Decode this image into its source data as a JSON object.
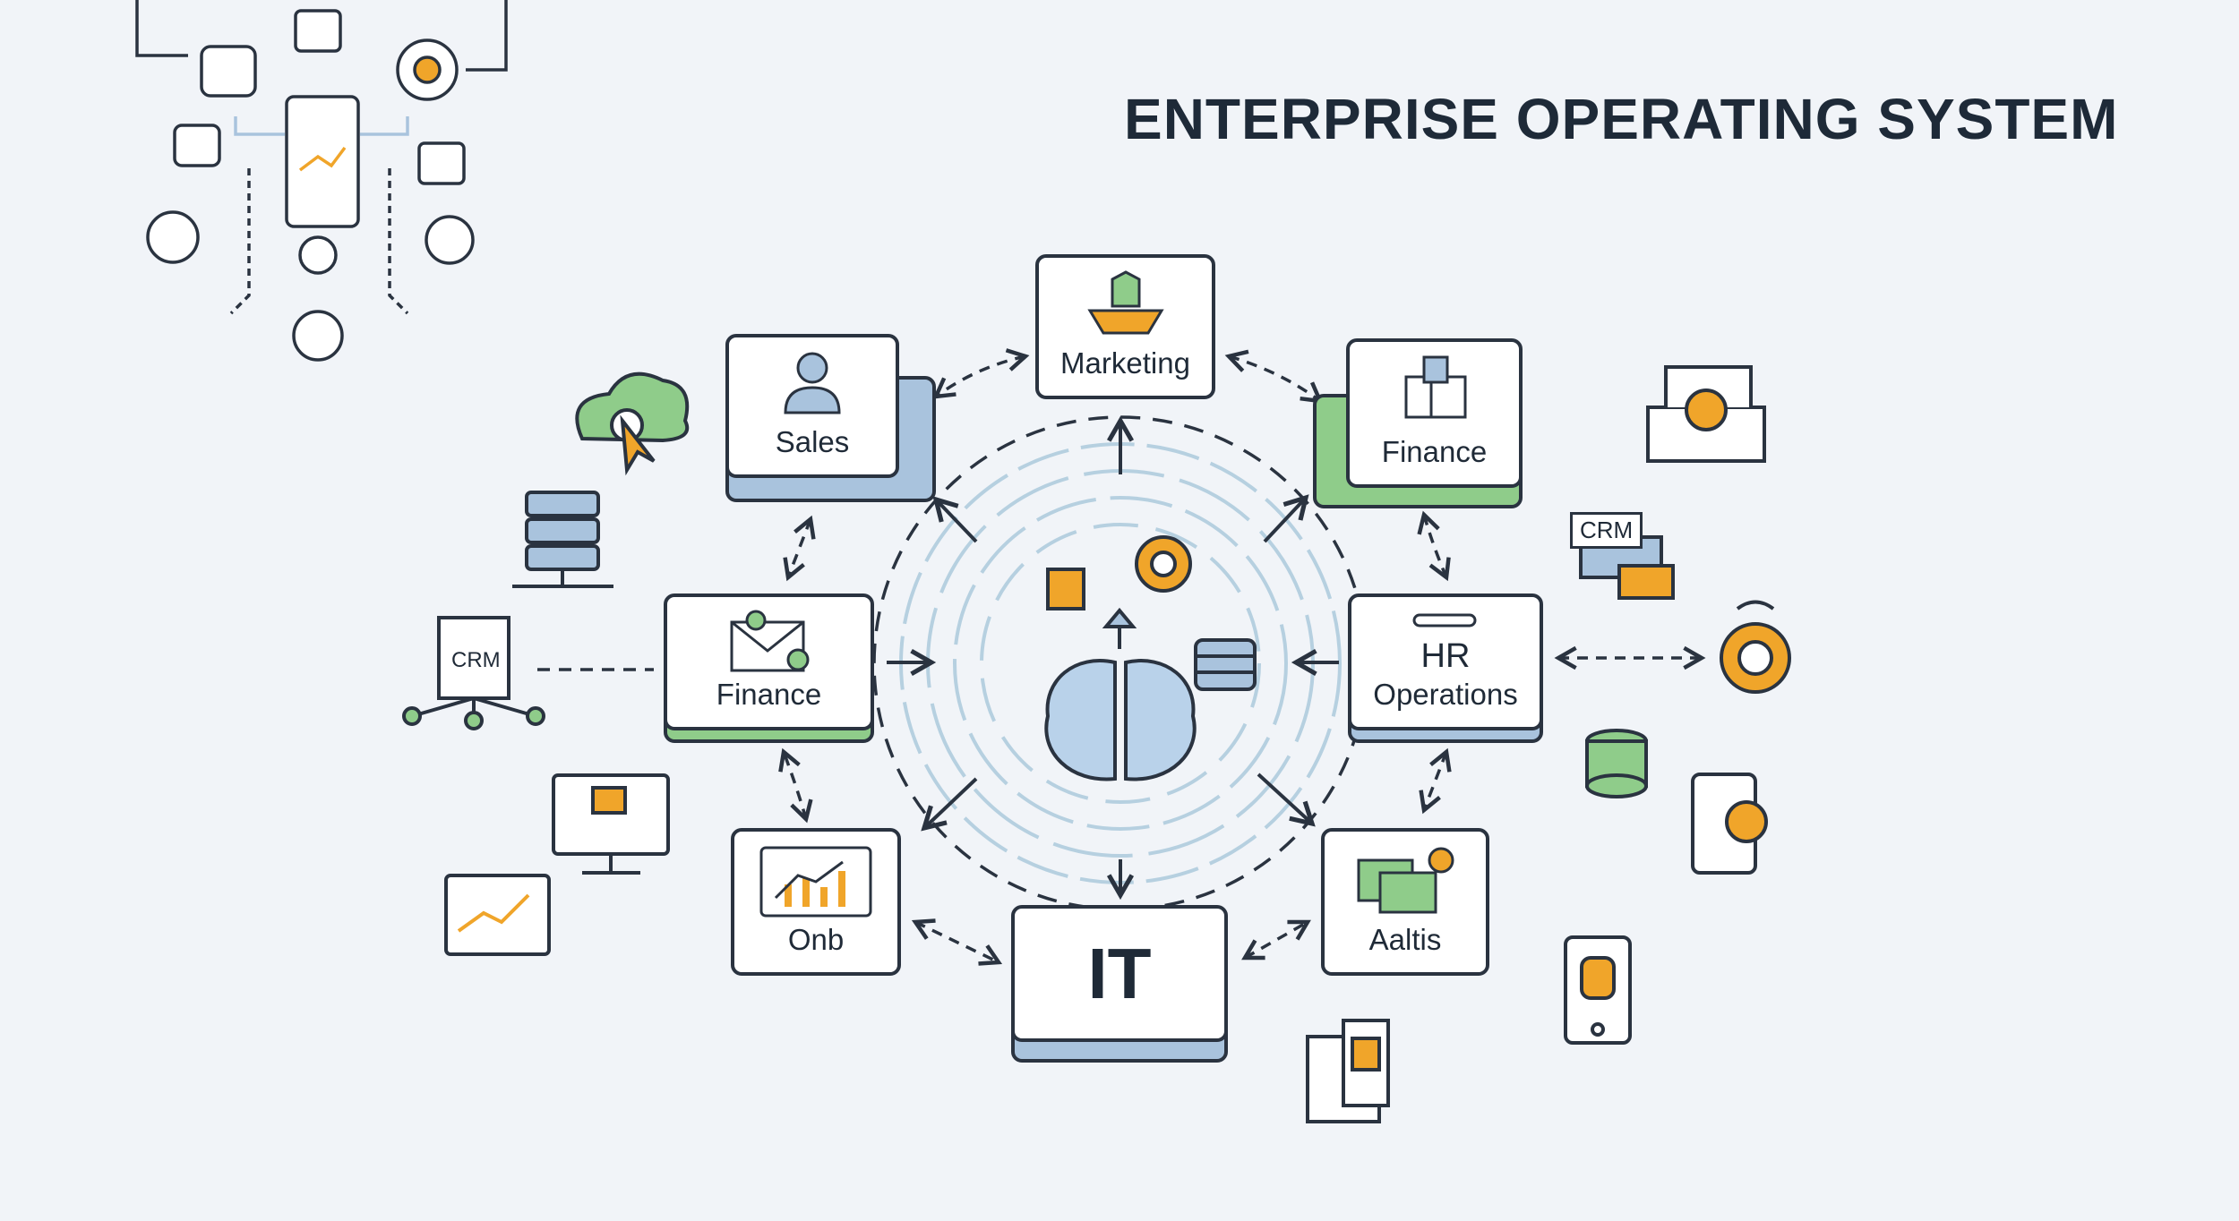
{
  "title": "ENTERPRISE OPERATING SYSTEM",
  "nodes": {
    "marketing": "Marketing",
    "sales": "Sales",
    "finance_top": "Finance",
    "finance_left": "Finance",
    "hr_line1": "HR",
    "hr_line2": "Operations",
    "onb": "Onb",
    "it": "IT",
    "aaltis": "Aaltis"
  },
  "side_labels": {
    "crm_left": "CRM",
    "crm_right": "CRM"
  },
  "colors": {
    "accent_blue": "#a9c3dd",
    "accent_green": "#8fcc8a",
    "accent_orange": "#f0a52a",
    "ink": "#2a3340"
  }
}
